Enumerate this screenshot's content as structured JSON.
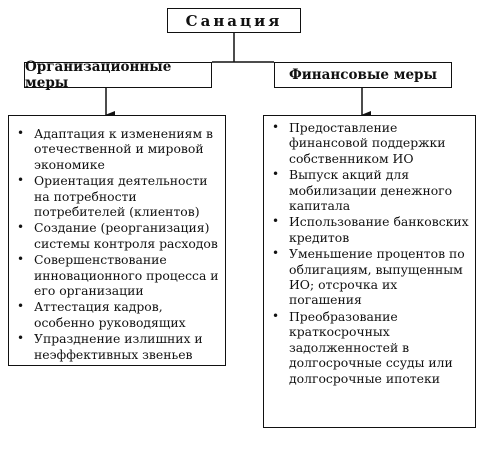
{
  "diagram": {
    "title": "Санация",
    "bullet_glyph": "•",
    "left": {
      "header": "Организационные меры",
      "items": [
        "Адаптация к изменениям в отечественной и мировой экономике",
        "Ориентация деятельности на потребности потребителей (клиентов)",
        "Создание (реорганизация) системы контроля расходов",
        "Совершенствование инновационного процесса и его организации",
        "Аттестация кадров, особенно руководящих",
        "Упразднение излишних и неэффективных звеньев"
      ]
    },
    "right": {
      "header": "Финансовые меры",
      "items": [
        "Предоставление финансовой поддержки собственником ИО",
        "Выпуск акций для мобилизации денежного капитала",
        "Использование банковских кредитов",
        "Уменьшение процентов по облигациям, выпущенным ИО; отсрочка их погашения",
        "Преобразование краткосрочных задолженностей в долгосрочные ссуды или долгосрочные ипотеки"
      ]
    }
  }
}
